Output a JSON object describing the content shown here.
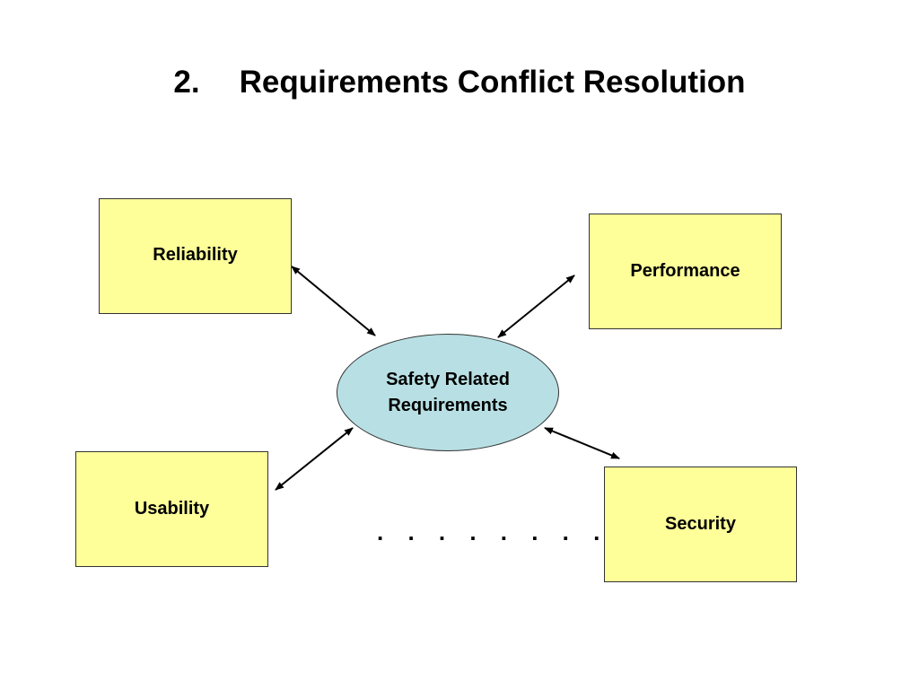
{
  "title": {
    "number": "2.",
    "text": "Requirements Conflict Resolution"
  },
  "diagram": {
    "center": {
      "line1": "Safety Related",
      "line2": "Requirements"
    },
    "nodes": {
      "reliability": "Reliability",
      "performance": "Performance",
      "usability": "Usability",
      "security": "Security"
    },
    "more_indicator": ". . . . . . . ."
  },
  "colors": {
    "box_fill": "#ffff99",
    "center_fill": "#b8e0e4",
    "arrow": "#000000"
  }
}
